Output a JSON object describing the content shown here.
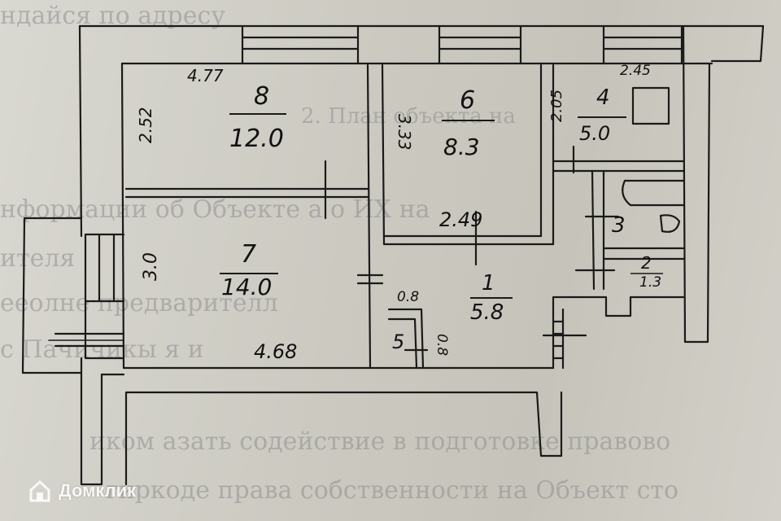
{
  "background_text": [
    "ндайся по адресу",
    "2. План объекта на",
    "нформации об Объекте а о ИХ    на",
    "ителя",
    "ееолне предварителл",
    "с  Пачичикы  я  и",
    "иком азать содействие в подготовке правово",
    "гиркоде права собственности на Объект сто"
  ],
  "rooms": [
    {
      "number": "8",
      "area": "12.0"
    },
    {
      "number": "6",
      "area": "8.3"
    },
    {
      "number": "4",
      "area": "5.0"
    },
    {
      "number": "7",
      "area": "14.0"
    },
    {
      "number": "3",
      "area": ""
    },
    {
      "number": "2",
      "area": "1.3"
    },
    {
      "number": "1",
      "area": "5.8"
    },
    {
      "number": "5",
      "area": ""
    }
  ],
  "dimensions": {
    "room8_width": "4.77",
    "room8_height": "2.52",
    "room6_height": "3.33",
    "room4_height": "2.05",
    "room4_width": "2.45",
    "room6_width": "2.49",
    "room7_height": "3.0",
    "room7_width": "4.68",
    "room5_width": "0.8",
    "room5_height": "0.8"
  },
  "watermark": {
    "icon": "domklik-house-icon",
    "text": "Домклик"
  },
  "colors": {
    "ink": "#1a1a1a",
    "paper": "#cfcdc4"
  }
}
